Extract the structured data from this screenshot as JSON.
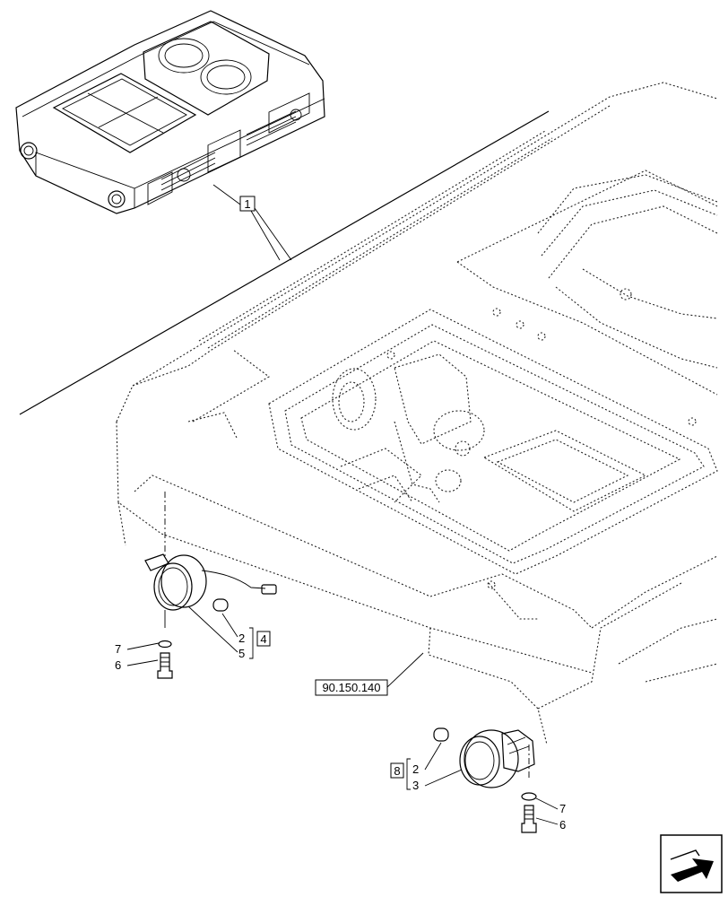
{
  "callouts": {
    "cab_roof": "1",
    "lamp_left_bulb": "2",
    "lamp_left_group": "4",
    "lamp_left_body": "5",
    "lamp_left_washer": "7",
    "lamp_left_screw": "6",
    "ref_code": "90.150.140",
    "lamp_right_group": "8",
    "lamp_right_bulb": "2",
    "lamp_right_body": "3",
    "lamp_right_washer": "7",
    "lamp_right_screw": "6"
  },
  "icons": {
    "nav": "next-page-arrow-icon"
  }
}
